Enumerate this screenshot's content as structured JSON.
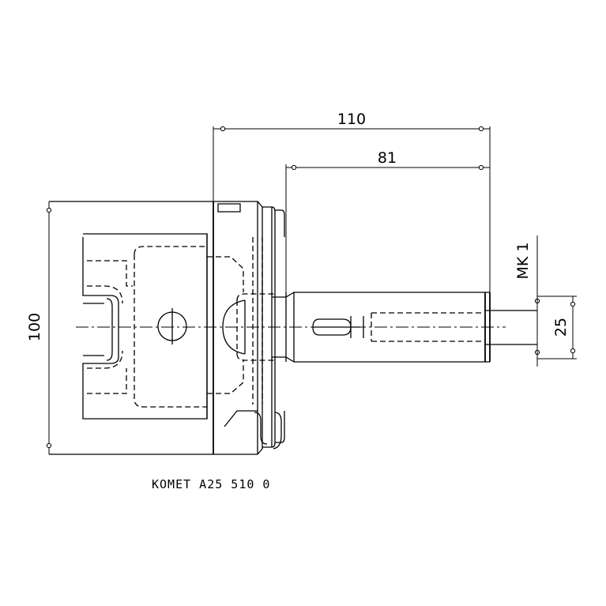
{
  "dimensions": {
    "overall_length": "110",
    "shank_length": "81",
    "body_height": "100",
    "shank_diameter": "25",
    "taper": "MK 1"
  },
  "caption": "KOMET A25 510 0"
}
